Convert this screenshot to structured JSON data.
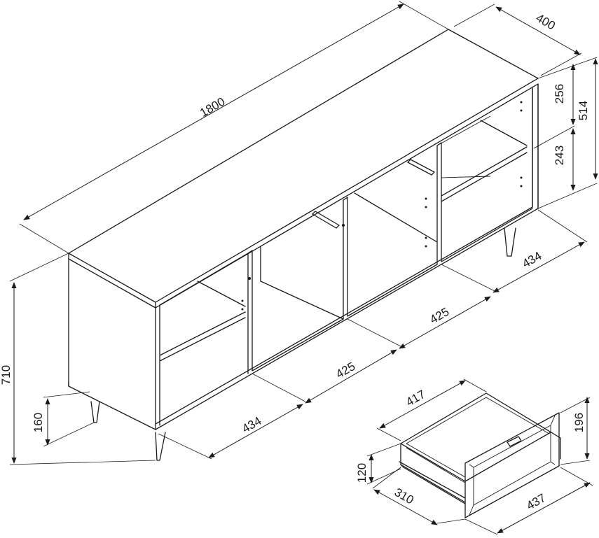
{
  "dimensions": {
    "width_total": "1800",
    "depth": "400",
    "upper_height": "256",
    "lower_height": "243",
    "inner_height": "514",
    "total_height": "710",
    "leg_height": "160",
    "bay_left": "434",
    "bay_mid_left": "425",
    "bay_mid_right": "425",
    "bay_right": "434",
    "drawer_width": "417",
    "drawer_front_width": "437",
    "drawer_depth": "310",
    "drawer_height": "120",
    "drawer_front_height": "196"
  },
  "colors": {
    "line": "#1a1a1a",
    "background": "#ffffff"
  }
}
